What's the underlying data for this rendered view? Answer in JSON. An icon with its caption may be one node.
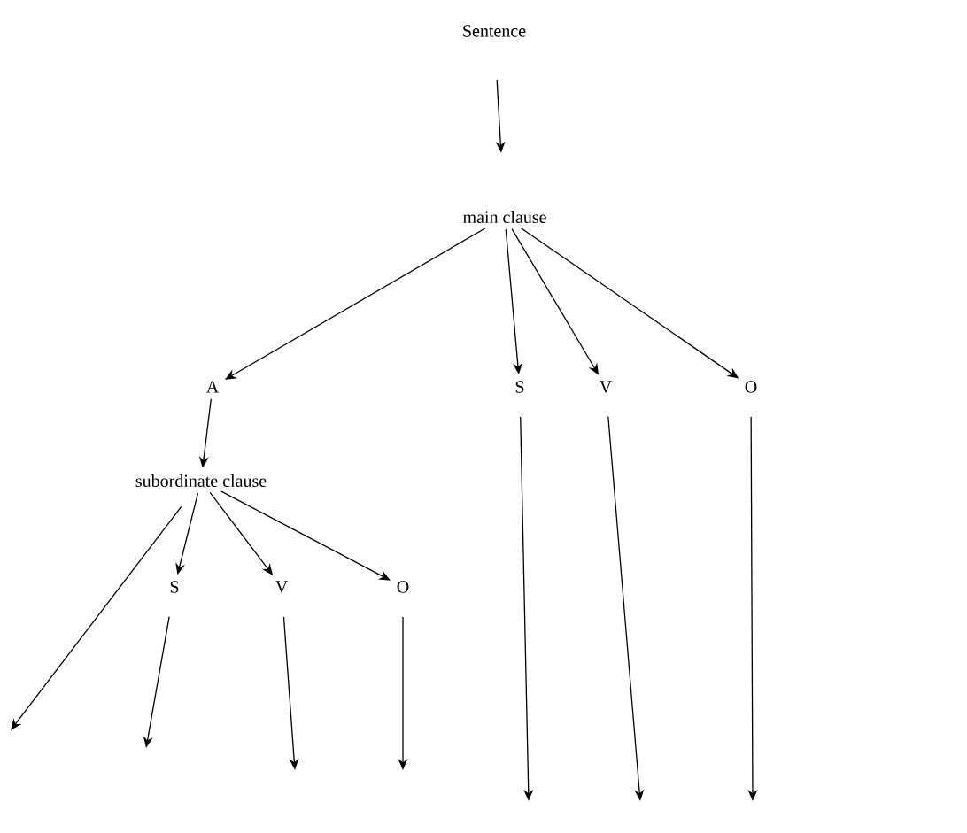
{
  "diagram": {
    "nodes": [
      {
        "text": [
          "Sentence"
        ]
      },
      {
        "text": [
          "main clause"
        ]
      },
      {
        "text": [
          "A"
        ]
      },
      {
        "text": [
          "S"
        ]
      },
      {
        "text": [
          "V"
        ]
      },
      {
        "text": [
          "O"
        ]
      },
      {
        "text": [
          "subordinate clause"
        ]
      },
      {
        "text": [
          "S"
        ]
      },
      {
        "text": [
          "V"
        ]
      },
      {
        "text": [
          "O"
        ]
      }
    ],
    "edges": [
      {
        "from": 0,
        "to": 1,
        "arrow": "to"
      },
      {
        "from": 1,
        "to": 2,
        "arrow": "to"
      },
      {
        "from": 1,
        "to": 3,
        "arrow": "to"
      },
      {
        "from": 1,
        "to": 4,
        "arrow": "to"
      },
      {
        "from": 1,
        "to": 5,
        "arrow": "to"
      },
      {
        "from": 2,
        "to": 6,
        "arrow": "to"
      },
      {
        "from": 6,
        "to": null,
        "arrow": "to"
      },
      {
        "from": 6,
        "to": 7,
        "arrow": "to"
      },
      {
        "from": 6,
        "to": 8,
        "arrow": "to"
      },
      {
        "from": 6,
        "to": 9,
        "arrow": "to"
      },
      {
        "from": 7,
        "to": null,
        "arrow": "to"
      },
      {
        "from": 8,
        "to": null,
        "arrow": "to"
      },
      {
        "from": 9,
        "to": null,
        "arrow": "to"
      },
      {
        "from": 3,
        "to": null,
        "arrow": "to"
      },
      {
        "from": 4,
        "to": null,
        "arrow": "to"
      },
      {
        "from": 5,
        "to": null,
        "arrow": "to"
      }
    ]
  }
}
